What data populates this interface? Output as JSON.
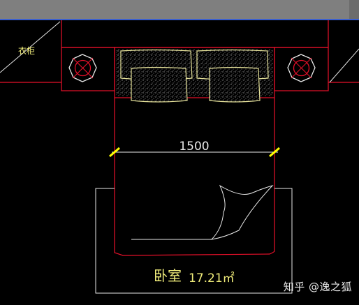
{
  "drawing": {
    "wardrobe_label": "衣柜",
    "dimension_value": "1500",
    "room_name": "卧室",
    "room_area": "17.21㎡"
  },
  "watermark": {
    "text": "知乎 @逸之狐"
  },
  "colors": {
    "background": "#000000",
    "wall": "#e8102a",
    "furniture": "#e8e8e8",
    "pillow": "#e6e29a",
    "dimension_mark": "#ffff00",
    "text": "#f0ec7a",
    "titlebar": "#7f7f7f",
    "titlebar_border": "#3a5fd0"
  }
}
